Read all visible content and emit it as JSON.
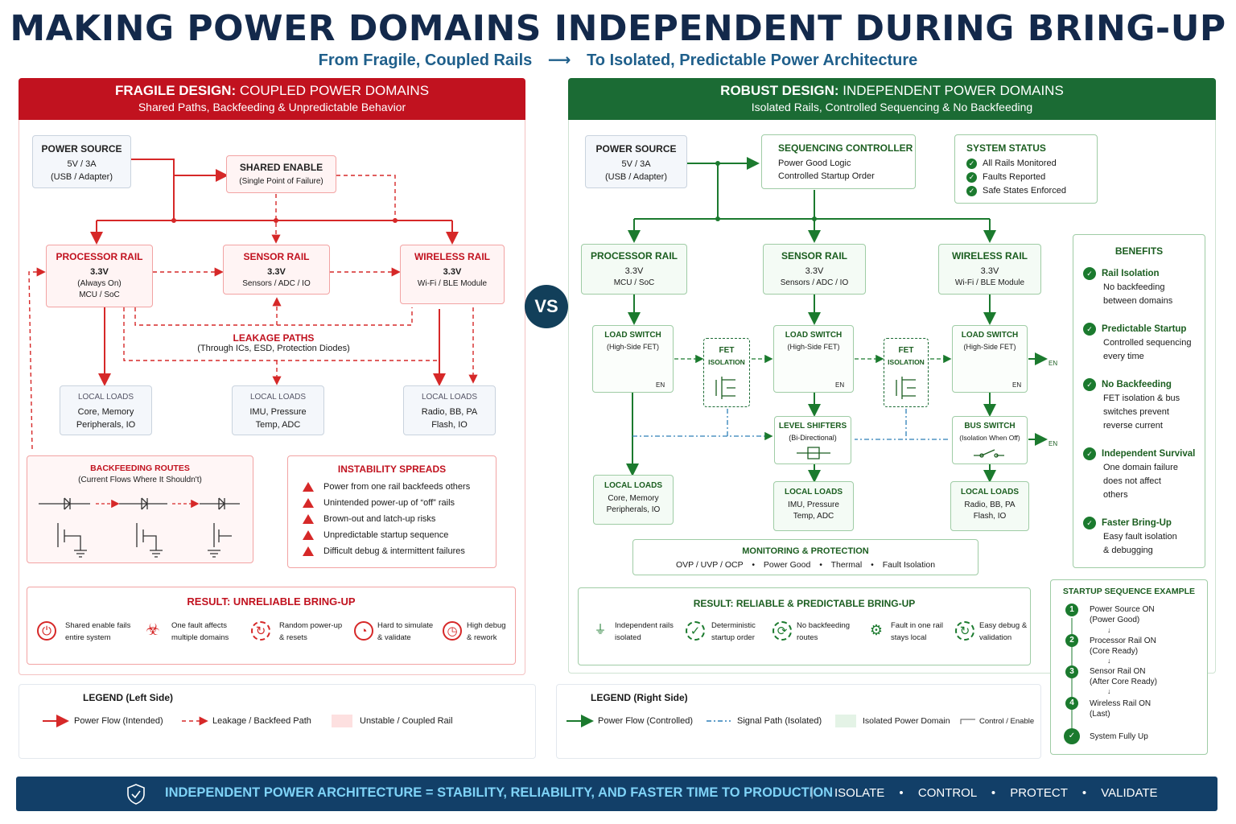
{
  "header": {
    "title": "MAKING POWER DOMAINS INDEPENDENT DURING BRING-UP",
    "subtitle_from": "From Fragile, Coupled Rails",
    "arrow": "⟶",
    "subtitle_to": "To Isolated, Predictable Power Architecture"
  },
  "vs": "VS",
  "left": {
    "head_bold": "FRAGILE DESIGN:",
    "head_rest": "COUPLED POWER DOMAINS",
    "head_sub": "Shared Paths, Backfeeding & Unpredictable Behavior",
    "power_source": {
      "title": "POWER SOURCE",
      "l1": "5V / 3A",
      "l2": "(USB / Adapter)"
    },
    "shared_enable": {
      "title": "SHARED ENABLE",
      "l1": "(Single Point of Failure)"
    },
    "rails": [
      {
        "title": "PROCESSOR RAIL",
        "l1": "3.3V",
        "l2": "(Always On)",
        "l3": "MCU / SoC"
      },
      {
        "title": "SENSOR RAIL",
        "l1": "3.3V",
        "l2": "Sensors / ADC / IO"
      },
      {
        "title": "WIRELESS RAIL",
        "l1": "3.3V",
        "l2": "Wi-Fi / BLE Module"
      }
    ],
    "leakage": {
      "title": "LEAKAGE PATHS",
      "sub": "(Through ICs, ESD, Protection Diodes)"
    },
    "loads": [
      {
        "title": "LOCAL LOADS",
        "l1": "Core, Memory",
        "l2": "Peripherals, IO"
      },
      {
        "title": "LOCAL LOADS",
        "l1": "IMU, Pressure",
        "l2": "Temp, ADC"
      },
      {
        "title": "LOCAL LOADS",
        "l1": "Radio, BB, PA",
        "l2": "Flash, IO"
      }
    ],
    "backfeeding": {
      "title": "BACKFEEDING ROUTES",
      "sub": "(Current Flows Where It Shouldn't)"
    },
    "instability": {
      "title": "INSTABILITY SPREADS",
      "items": [
        "Power from one rail backfeeds others",
        "Unintended power-up of “off” rails",
        "Brown-out and latch-up risks",
        "Unpredictable startup sequence",
        "Difficult debug & intermittent failures"
      ]
    },
    "result": {
      "title": "RESULT: UNRELIABLE BRING-UP",
      "items": [
        {
          "l1": "Shared enable fails",
          "l2": "entire system",
          "icon": "power-icon"
        },
        {
          "l1": "One fault affects",
          "l2": "multiple domains",
          "icon": "biohazard-icon"
        },
        {
          "l1": "Random power-up",
          "l2": "& resets",
          "icon": "reset-icon"
        },
        {
          "l1": "Hard to simulate",
          "l2": "& validate",
          "icon": "gauge-icon"
        },
        {
          "l1": "High debug",
          "l2": "& rework",
          "icon": "timer-icon"
        }
      ]
    },
    "legend": {
      "title": "LEGEND (Left Side)",
      "items": [
        "Power Flow (Intended)",
        "Leakage / Backfeed Path",
        "Unstable / Coupled Rail"
      ]
    }
  },
  "right": {
    "head_bold": "ROBUST DESIGN:",
    "head_rest": "INDEPENDENT POWER DOMAINS",
    "head_sub": "Isolated Rails, Controlled Sequencing & No Backfeeding",
    "power_source": {
      "title": "POWER SOURCE",
      "l1": "5V / 3A",
      "l2": "(USB / Adapter)"
    },
    "sequencer": {
      "title": "SEQUENCING CONTROLLER",
      "l1": "Power Good Logic",
      "l2": "Controlled Startup Order"
    },
    "status": {
      "title": "SYSTEM STATUS",
      "items": [
        "All Rails Monitored",
        "Faults Reported",
        "Safe States Enforced"
      ]
    },
    "rails": [
      {
        "title": "PROCESSOR RAIL",
        "l1": "3.3V",
        "l2": "MCU / SoC"
      },
      {
        "title": "SENSOR RAIL",
        "l1": "3.3V",
        "l2": "Sensors / ADC / IO"
      },
      {
        "title": "WIRELESS RAIL",
        "l1": "3.3V",
        "l2": "Wi-Fi / BLE Module"
      }
    ],
    "load_switch": {
      "title": "LOAD SWITCH",
      "sub": "(High-Side FET)",
      "en": "EN"
    },
    "fet": {
      "title": "FET",
      "sub": "ISOLATION"
    },
    "level_shifters": {
      "title": "LEVEL SHIFTERS",
      "sub": "(Bi-Directional)"
    },
    "bus_switch": {
      "title": "BUS SWITCH",
      "sub": "(Isolation When Off)"
    },
    "en": "EN",
    "loads": [
      {
        "title": "LOCAL LOADS",
        "l1": "Core, Memory",
        "l2": "Peripherals, IO"
      },
      {
        "title": "LOCAL LOADS",
        "l1": "IMU, Pressure",
        "l2": "Temp, ADC"
      },
      {
        "title": "LOCAL LOADS",
        "l1": "Radio, BB, PA",
        "l2": "Flash, IO"
      }
    ],
    "monitoring": {
      "title": "MONITORING & PROTECTION",
      "items": [
        "OVP / UVP / OCP",
        "Power Good",
        "Thermal",
        "Fault Isolation"
      ],
      "sep": "•"
    },
    "result": {
      "title": "RESULT: RELIABLE & PREDICTABLE BRING-UP",
      "items": [
        {
          "l1": "Independent rails",
          "l2": "isolated",
          "icon": "ground-icon"
        },
        {
          "l1": "Deterministic",
          "l2": "startup order",
          "icon": "check-circle-icon"
        },
        {
          "l1": "No backfeeding",
          "l2": "routes",
          "icon": "cycle-icon"
        },
        {
          "l1": "Fault in one rail",
          "l2": "stays local",
          "icon": "shield-gear-icon"
        },
        {
          "l1": "Easy debug &",
          "l2": "validation",
          "icon": "refresh-check-icon"
        }
      ]
    },
    "benefits": {
      "title": "BENEFITS",
      "items": [
        {
          "t": "Rail Isolation",
          "d": [
            "No backfeeding",
            "between domains"
          ]
        },
        {
          "t": "Predictable Startup",
          "d": [
            "Controlled sequencing",
            "every time"
          ]
        },
        {
          "t": "No Backfeeding",
          "d": [
            "FET isolation & bus",
            "switches prevent",
            "reverse current"
          ]
        },
        {
          "t": "Independent Survival",
          "d": [
            "One domain failure",
            "does not affect",
            "others"
          ]
        },
        {
          "t": "Faster Bring-Up",
          "d": [
            "Easy fault isolation",
            "& debugging"
          ]
        }
      ]
    },
    "startup": {
      "title": "STARTUP SEQUENCE EXAMPLE",
      "steps": [
        {
          "n": "1",
          "l1": "Power Source ON",
          "l2": "(Power Good)"
        },
        {
          "n": "2",
          "l1": "Processor Rail ON",
          "l2": "(Core Ready)"
        },
        {
          "n": "3",
          "l1": "Sensor Rail ON",
          "l2": "(After Core Ready)"
        },
        {
          "n": "4",
          "l1": "Wireless Rail ON",
          "l2": "(Last)"
        },
        {
          "n": "",
          "l1": "System Fully Up",
          "l2": ""
        }
      ]
    },
    "legend": {
      "title": "LEGEND (Right Side)",
      "items": [
        "Power Flow (Controlled)",
        "Signal Path (Isolated)",
        "Isolated Power Domain",
        "Control / Enable"
      ]
    }
  },
  "footer": {
    "main": "INDEPENDENT POWER ARCHITECTURE = STABILITY, RELIABILITY, AND FASTER TIME TO PRODUCTION",
    "pipe": "|",
    "words": [
      "ISOLATE",
      "CONTROL",
      "PROTECT",
      "VALIDATE"
    ],
    "dot": "•"
  },
  "colors": {
    "red": "#c1121f",
    "green": "#1b5e20",
    "navy": "#13294b",
    "blue": "#1f5f8b"
  }
}
